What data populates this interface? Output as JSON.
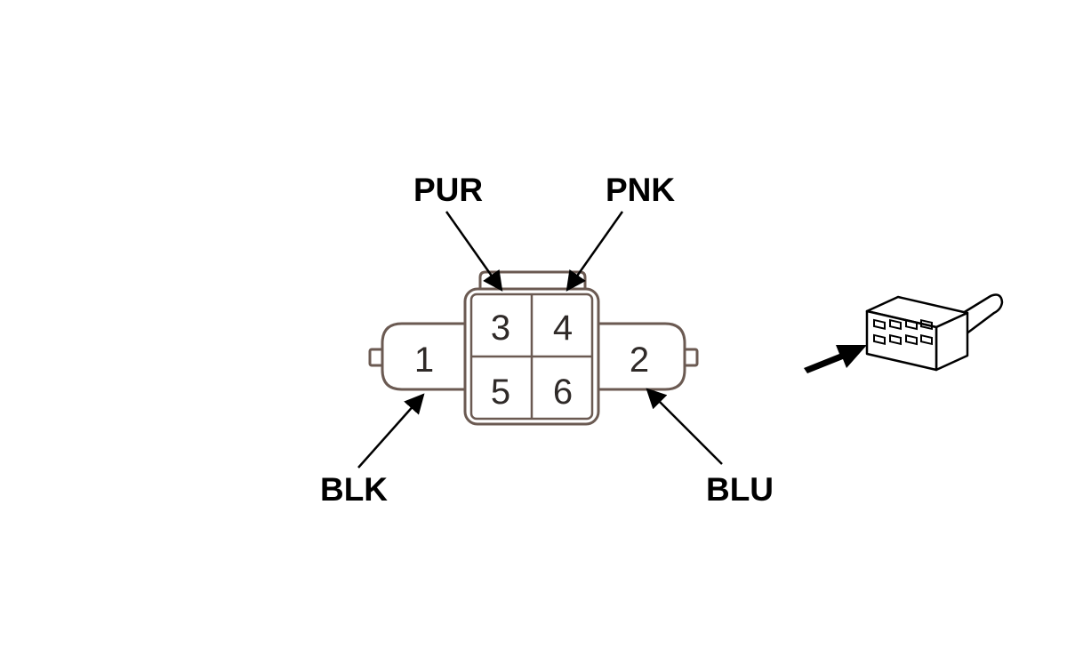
{
  "connector": {
    "pins": [
      {
        "number": "1",
        "wire": "BLK"
      },
      {
        "number": "2",
        "wire": "BLU"
      },
      {
        "number": "3",
        "wire": "PUR"
      },
      {
        "number": "4",
        "wire": "PNK"
      },
      {
        "number": "5",
        "wire": ""
      },
      {
        "number": "6",
        "wire": ""
      }
    ],
    "wire_labels": {
      "pur": "PUR",
      "pnk": "PNK",
      "blk": "BLK",
      "blu": "BLU"
    }
  },
  "icons": {
    "locator": "connector-locator-icon",
    "arrow": "arrow-icon"
  },
  "colors": {
    "outline": "#6b5a52",
    "text": "#000000"
  }
}
